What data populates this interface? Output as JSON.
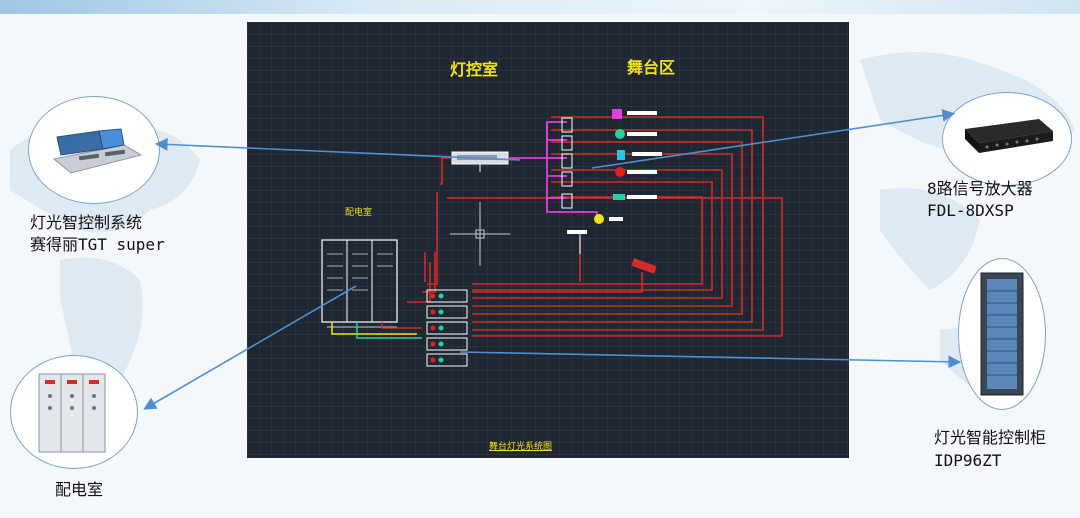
{
  "diagram": {
    "cad": {
      "title_left": "灯控室",
      "title_right": "舞台区",
      "room_label": "配电室",
      "footer_label": "舞台灯光系统图"
    },
    "devices": [
      {
        "id": "console",
        "line1": "灯光智控制系统",
        "line2": "赛得丽TGT super",
        "icon": "lighting-console-icon"
      },
      {
        "id": "amplifier",
        "line1": "8路信号放大器",
        "line2": "FDL-8DXSP",
        "icon": "signal-amplifier-icon"
      },
      {
        "id": "cabinet",
        "line1": "灯光智能控制柜",
        "line2": "IDP96ZT",
        "icon": "dimmer-cabinet-icon"
      },
      {
        "id": "power",
        "line1": "配电室",
        "line2": "",
        "icon": "power-cabinet-icon"
      }
    ],
    "colors": {
      "cad_background": "#1f2732",
      "title_yellow": "#f2e21c",
      "wire_red": "#d42b2b",
      "wire_magenta": "#e040e0",
      "connector_blue": "#4f8fd0"
    }
  }
}
